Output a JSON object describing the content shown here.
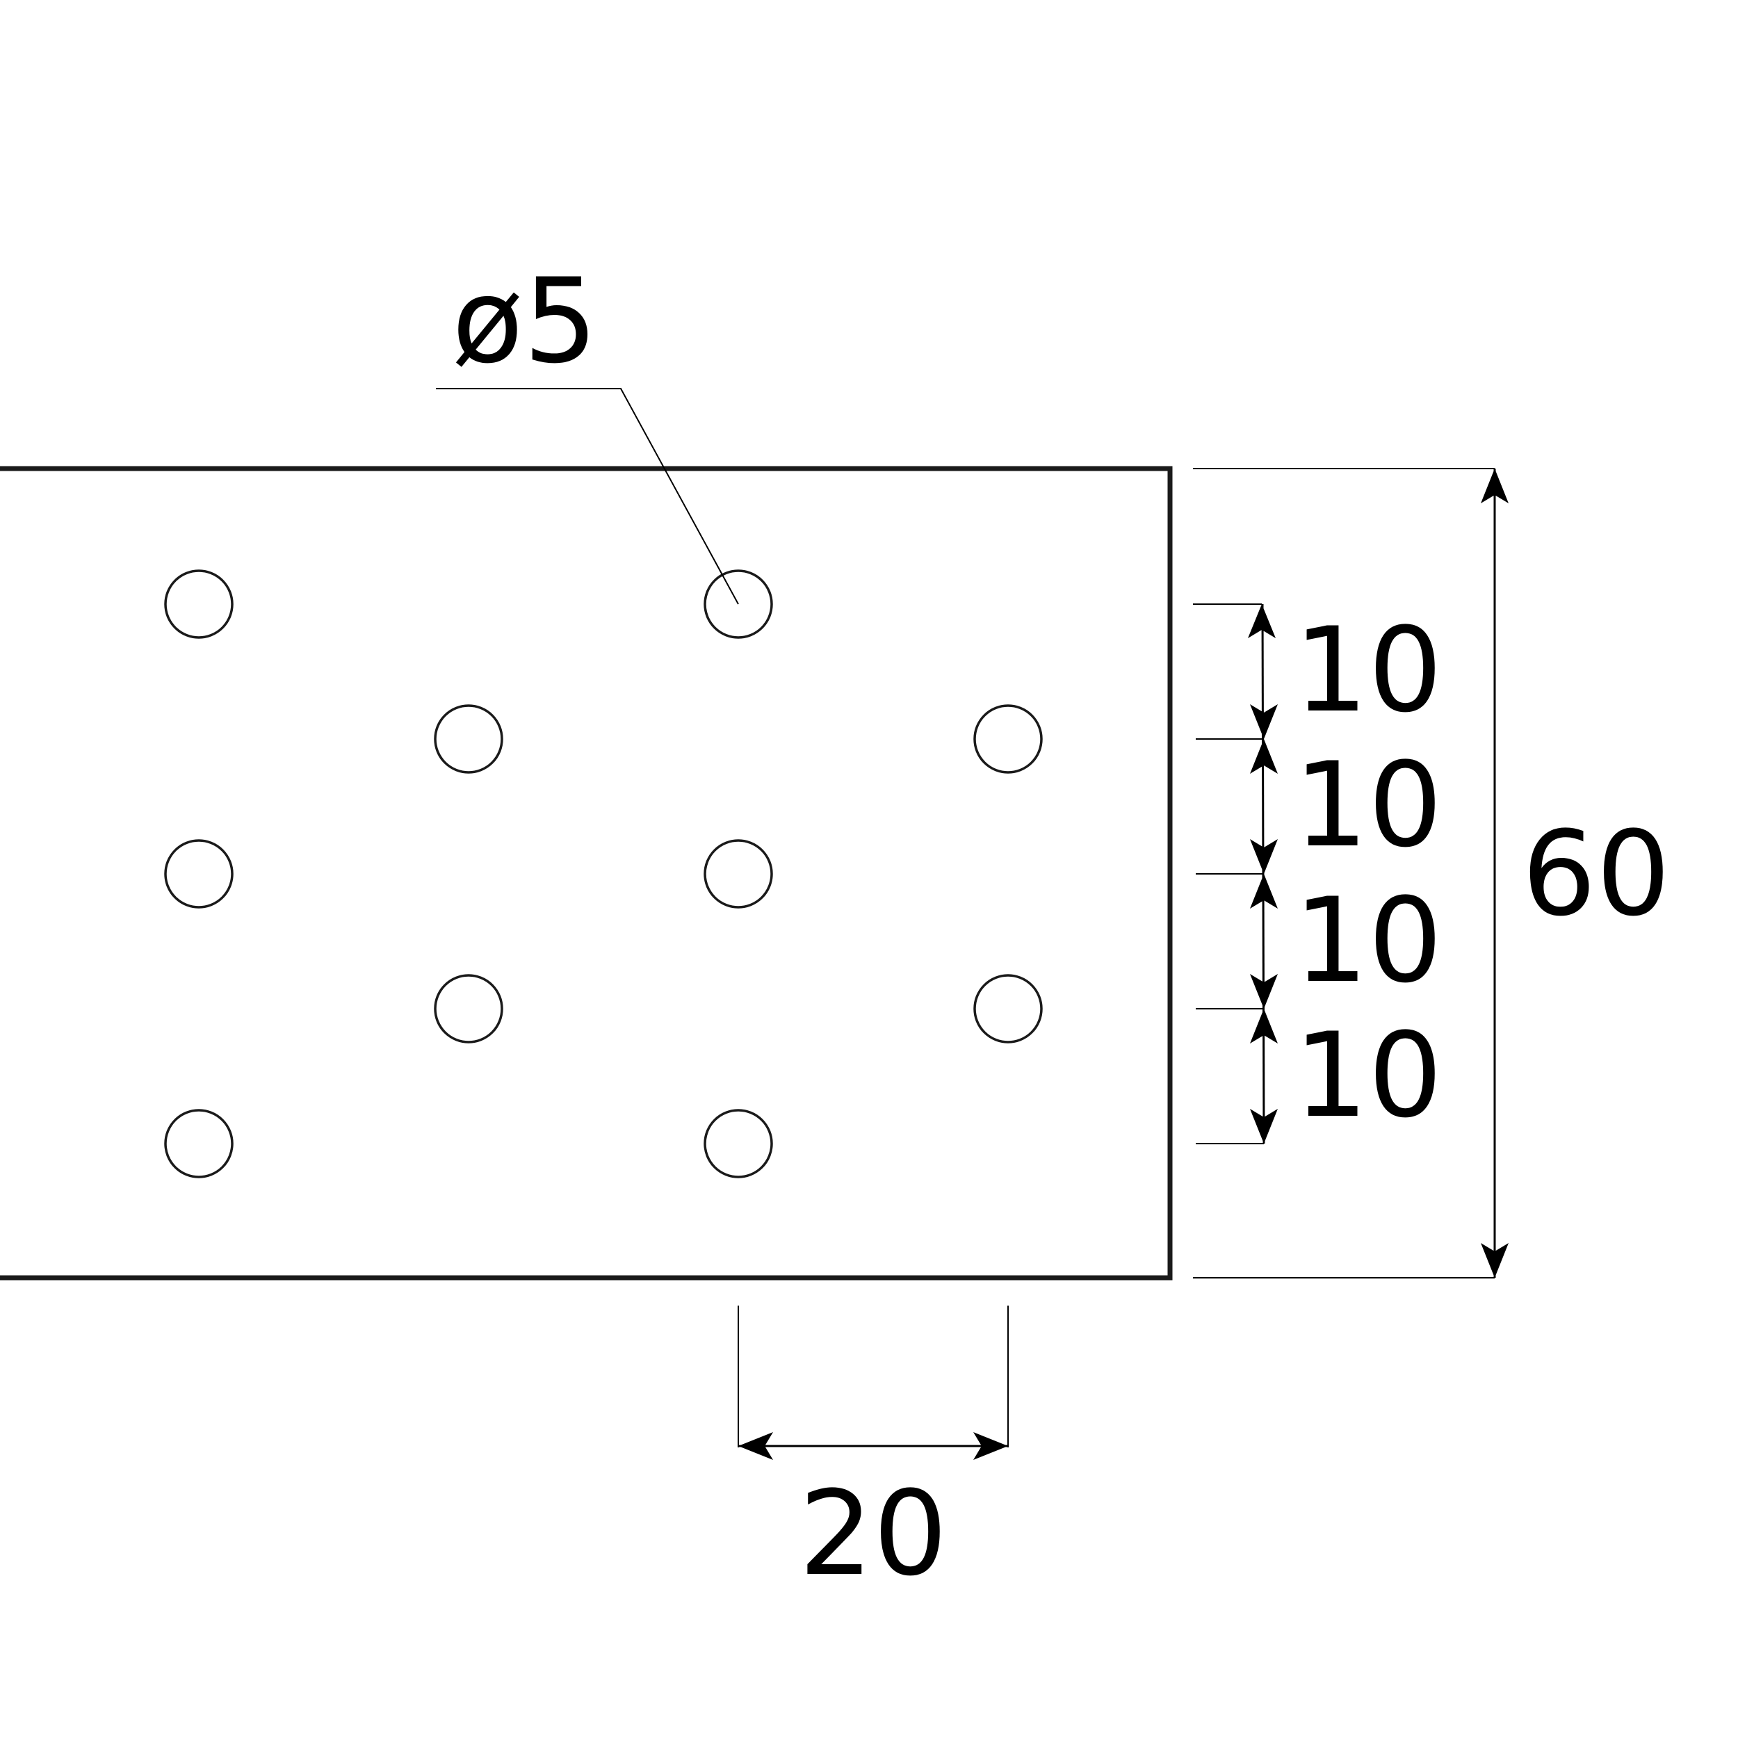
{
  "colors": {
    "background": "#ffffff",
    "plate_outline": "#1a1a1a",
    "line": "#000000",
    "text": "#000000"
  },
  "hole_label": "ø5",
  "dimensions": {
    "hole_spacing_vertical": [
      "10",
      "10",
      "10",
      "10"
    ],
    "overall_height": "60",
    "hole_spacing_horizontal": "20"
  }
}
